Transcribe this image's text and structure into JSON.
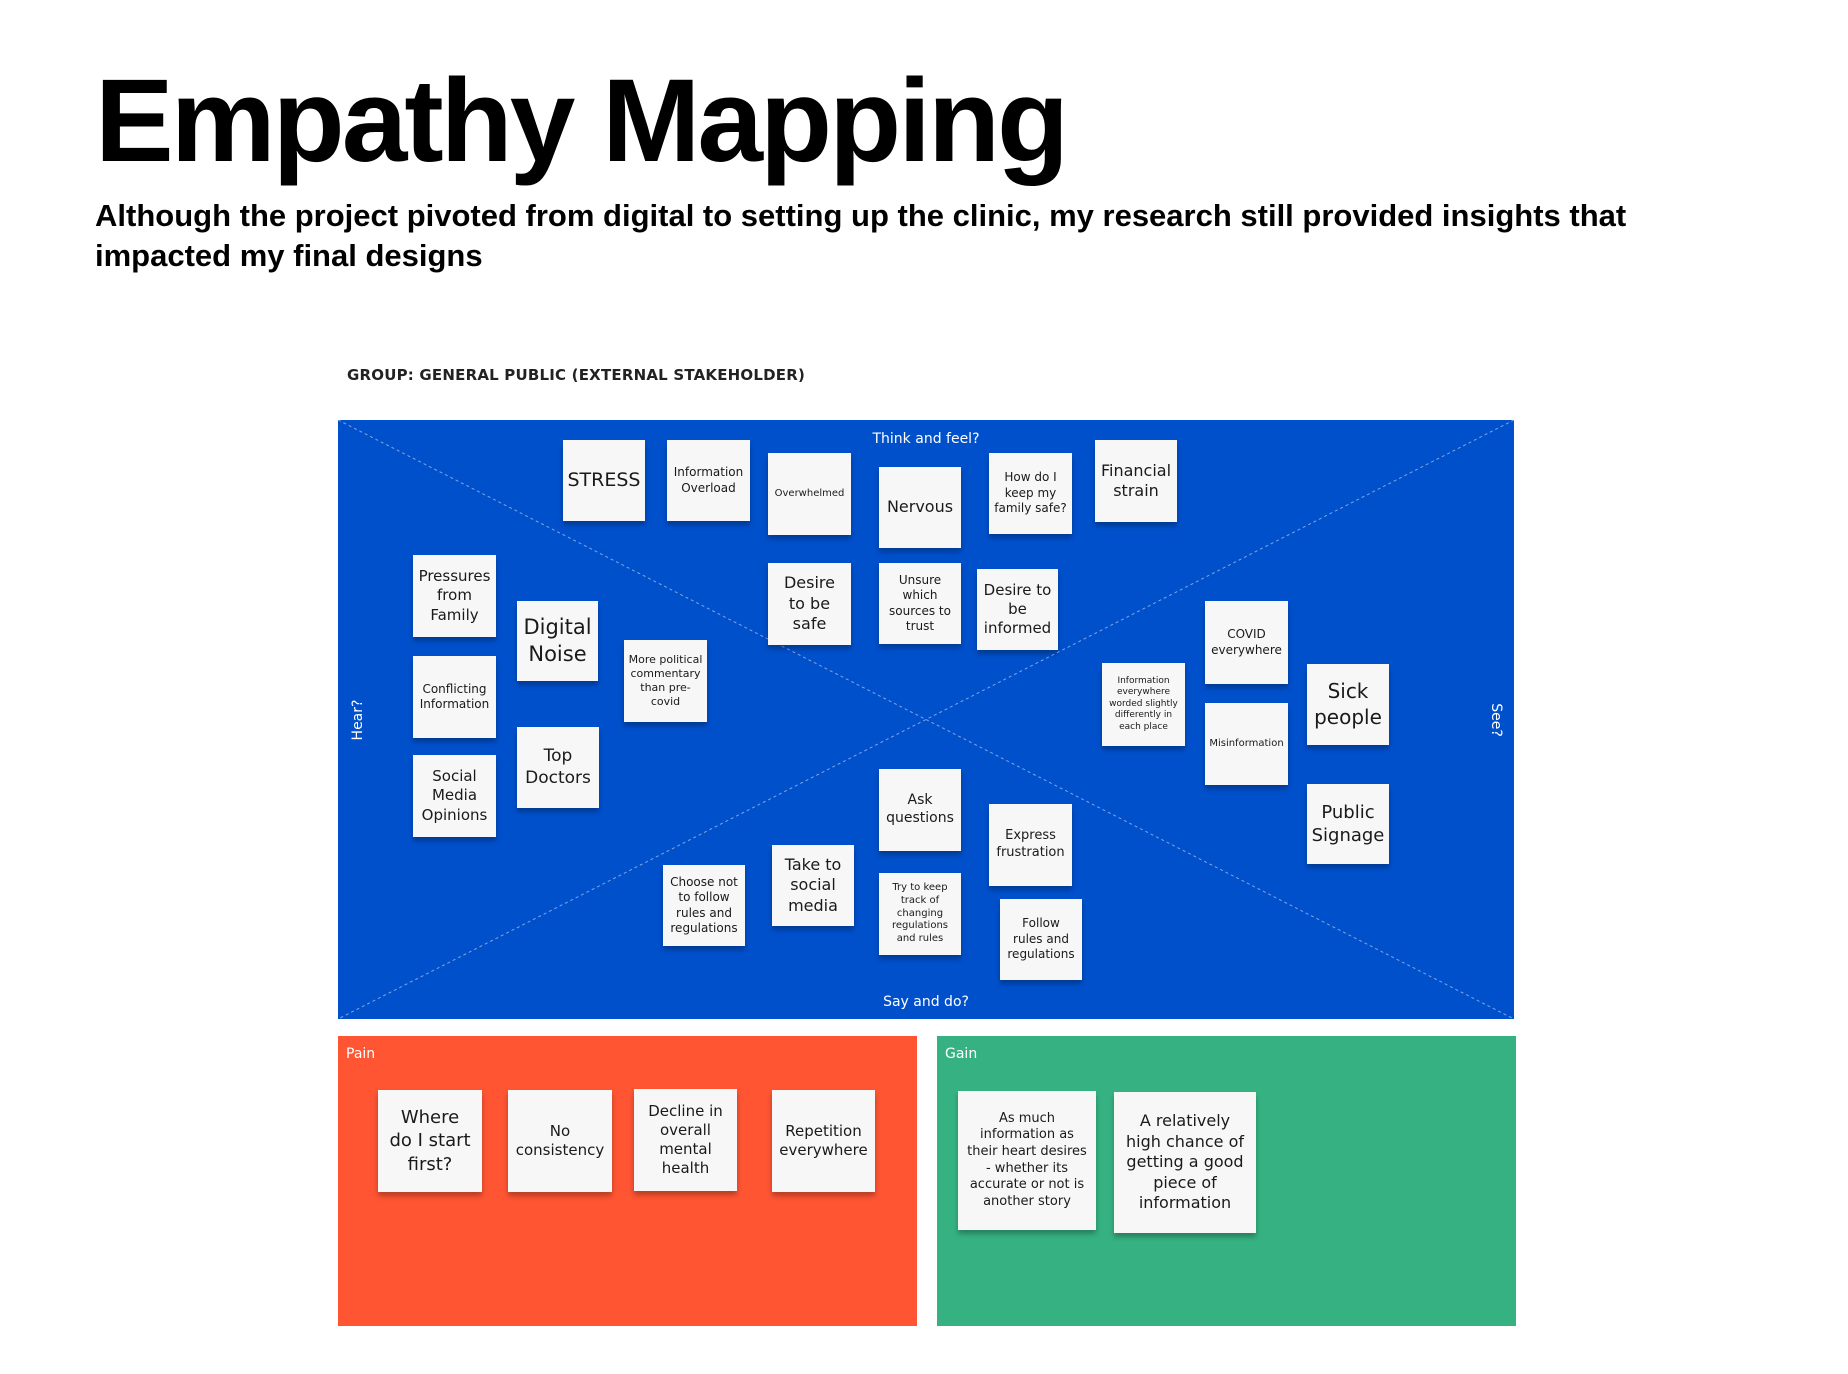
{
  "title": "Empathy Mapping",
  "subtitle": "Although the project pivoted from digital to setting up the clinic, my research still provided insights that impacted my final designs",
  "group_label": "GROUP: GENERAL PUBLIC (EXTERNAL STAKEHOLDER)",
  "colors": {
    "map": "#0050cc",
    "pain": "#ff5533",
    "gain": "#36b282",
    "note": "#f7f7f7"
  },
  "map": {
    "think_feel": "Think and feel?",
    "hear": "Hear?",
    "see": "See?",
    "say_do": "Say and do?"
  },
  "notes": {
    "stress": "STRESS",
    "info_overload": "Information\nOverload",
    "overwhelmed": "Overwhelmed",
    "nervous": "Nervous",
    "family_safe": "How do I\nkeep my\nfamily safe?",
    "financial": "Financial\nstrain",
    "desire_safe": "Desire\nto be\nsafe",
    "unsure": "Unsure\nwhich\nsources to\ntrust",
    "desire_informed": "Desire to\nbe\ninformed",
    "pressures": "Pressures\nfrom\nFamily",
    "digital_noise": "Digital\nNoise",
    "political": "More political\ncommentary\nthan pre-\ncovid",
    "conflicting": "Conflicting\nInformation",
    "social_opinions": "Social\nMedia\nOpinions",
    "top_doctors": "Top\nDoctors",
    "covid": "COVID\neverywhere",
    "info_everywhere": "Information\neverywhere\nworded slightly\ndifferently in\neach place",
    "misinformation": "Misinformation",
    "sick": "Sick\npeople",
    "signage": "Public\nSignage",
    "ask": "Ask\nquestions",
    "express": "Express\nfrustration",
    "take_social": "Take to\nsocial\nmedia",
    "choose_not": "Choose not\nto follow\nrules and\nregulations",
    "keep_track": "Try to keep\ntrack of\nchanging\nregulations\nand rules",
    "follow": "Follow\nrules and\nregulations"
  },
  "pain": {
    "label": "Pain",
    "notes": {
      "start": "Where\ndo I start\nfirst?",
      "consistency": "No\nconsistency",
      "decline": "Decline in\noverall\nmental\nhealth",
      "repetition": "Repetition\neverywhere"
    }
  },
  "gain": {
    "label": "Gain",
    "notes": {
      "as_much": "As much\ninformation as\ntheir heart desires\n- whether its\naccurate or not is\nanother story",
      "chance": "A relatively\nhigh chance of\ngetting a good\npiece of\ninformation"
    }
  }
}
